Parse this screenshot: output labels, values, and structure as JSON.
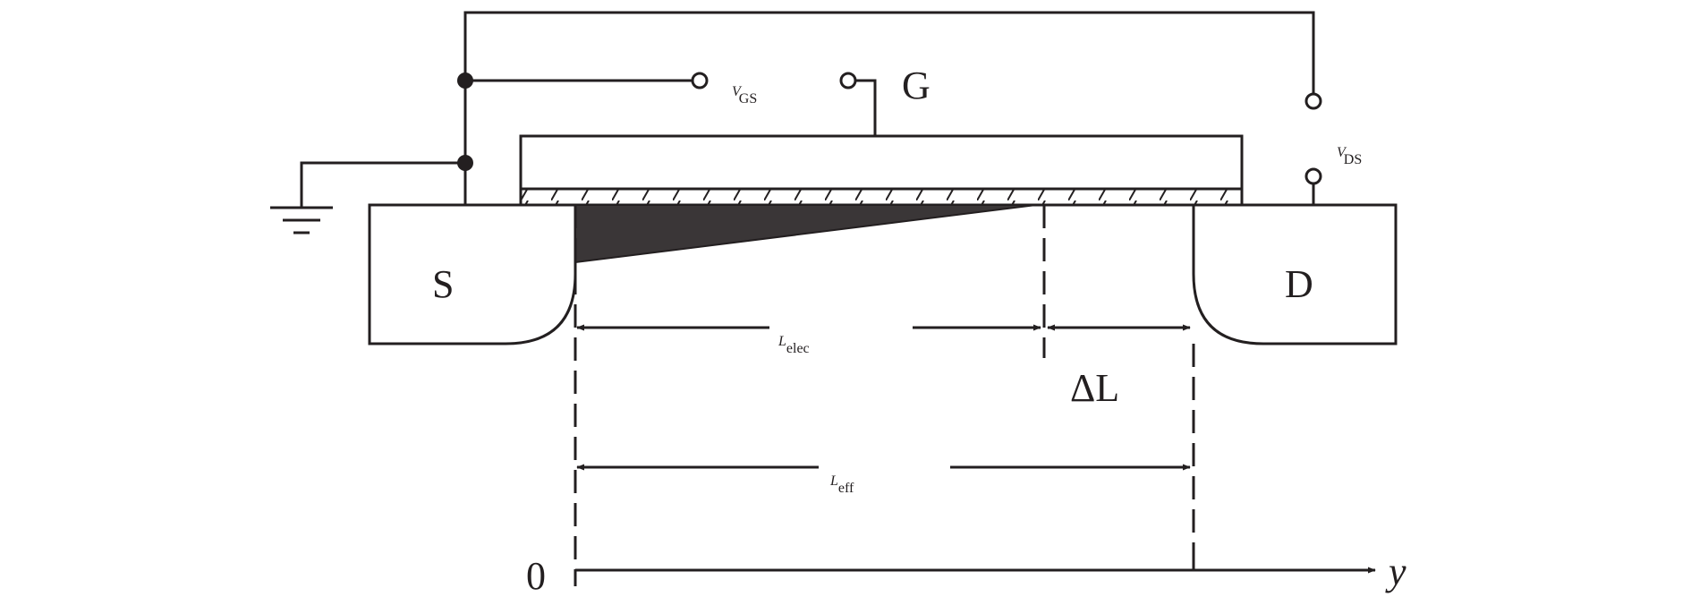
{
  "labels": {
    "gate": "G",
    "source": "S",
    "drain": "D",
    "vgs_main": "V",
    "vgs_sub": "GS",
    "vds_main": "V",
    "vds_sub": "DS",
    "lelec_main": "L",
    "lelec_sub": "elec",
    "delta_l": "ΔL",
    "leff_main": "L",
    "leff_sub": "eff",
    "origin": "0",
    "axis": "y"
  },
  "colors": {
    "ink": "#231f20",
    "channel_fill": "#3a3637",
    "oxide_fill": "#ffffff"
  },
  "icons": {
    "ground": "ground-symbol-icon",
    "terminal": "open-circle-terminal-icon",
    "junction": "junction-dot-icon",
    "arrow": "arrowhead-icon"
  }
}
